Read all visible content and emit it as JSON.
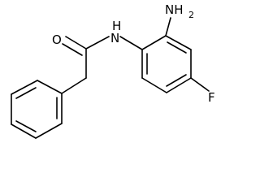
{
  "molecule": {
    "atoms": {
      "oxygen": "O",
      "nitrogen_amide": "N",
      "hydrogen_amide": "H",
      "nitrogen_amine": "NH",
      "amine_subscript": "2",
      "fluorine": "F"
    }
  }
}
